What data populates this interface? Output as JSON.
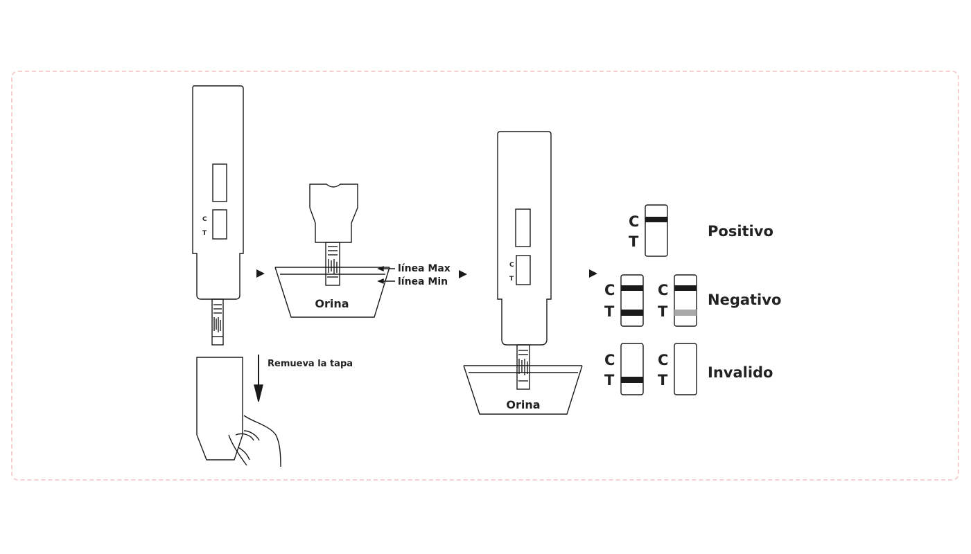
{
  "labels": {
    "remove_cap": "Remueva la tapa",
    "max_line": "línea Max",
    "min_line": "línea Min",
    "urine_1": "Orina",
    "urine_2": "Orina",
    "c": "C",
    "t": "T"
  },
  "results": {
    "positive": "Positivo",
    "negative": "Negativo",
    "invalid": "Invalido"
  },
  "colors": {
    "line": "#1a1a1a",
    "faint_test_line": "#a8a8a8",
    "frame_border": "#f6d0d0"
  }
}
